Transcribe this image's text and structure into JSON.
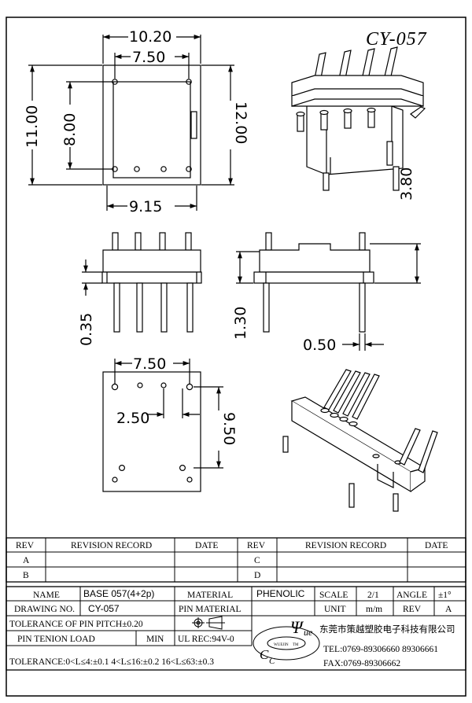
{
  "title": "CY-057",
  "dims": {
    "overall_width": "10.20",
    "pin_span_top": "7.50",
    "depth_inner": "8.00",
    "outer_height": "11.00",
    "side_height": "12.00",
    "base_width": "9.15",
    "total_height": "3.80",
    "pin_below": "0.35",
    "pin_length": "1.30",
    "pin_dia": "0.50",
    "pin_span_bottom": "7.50",
    "pin_pitch": "2.50",
    "pin_row_span": "9.50"
  },
  "revision": {
    "rev_label": "REV",
    "record_label": "REVISION RECORD",
    "date_label": "DATE",
    "rows": [
      "A",
      "B",
      "C",
      "D"
    ]
  },
  "titleblock": {
    "name_label": "NAME",
    "name_value": "BASE  057(4+2p)",
    "material_label": "MATERIAL",
    "material_value": "PHENOLIC",
    "scale_label": "SCALE",
    "scale_value": "2/1",
    "angle_label": "ANGLE",
    "angle_value": "±1°",
    "drawing_no_label": "DRAWING NO.",
    "drawing_no_value": "CY-057",
    "pin_material_label": "PIN MATERIAL",
    "unit_label": "UNIT",
    "unit_value": "m/m",
    "rev_label": "REV",
    "rev_value": "A",
    "pitch_tol": "TOLERANCE OF PIN PITCH±0.20",
    "tenion_label": "PIN TENION LOAD",
    "tenion_min": "MIN",
    "ul_rec": "UL REC:94V-0",
    "tolerance": "TOLERANCE:0<L≤4:±0.1  4<L≤16:±0.2  16<L≤63:±0.3",
    "company": "东莞市策越塑胶电子科技有限公司",
    "tel": "TEL:0769-89306660 89306661",
    "fax": "FAX:0769-89306662",
    "logo_letters": [
      "C",
      "C",
      "Ψ",
      "ue"
    ],
    "logo_ring_left": "WUEJIN",
    "logo_ring_right": "TM"
  }
}
